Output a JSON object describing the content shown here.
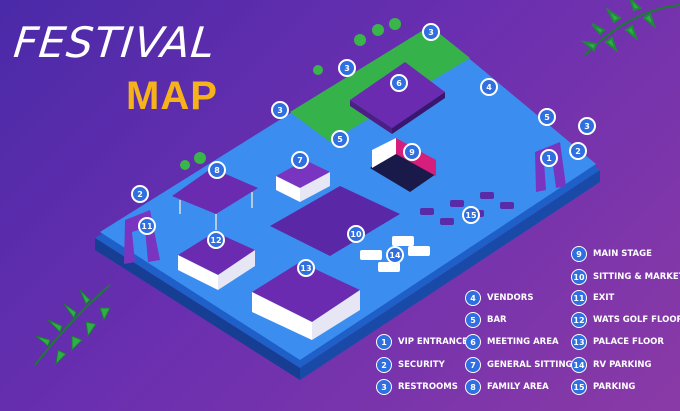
{
  "title": {
    "line1": "FESTIVAL",
    "line2": "MAP"
  },
  "colors": {
    "background": "#5a2db0",
    "accent": "#f5b21a",
    "ground": "#2f7fe6",
    "marker": "#2f6fe0"
  },
  "legend": [
    {
      "num": "1",
      "label": "VIP ENTRANCE"
    },
    {
      "num": "2",
      "label": "SECURITY"
    },
    {
      "num": "3",
      "label": "RESTROOMS"
    },
    {
      "num": "4",
      "label": "VENDORS"
    },
    {
      "num": "5",
      "label": "BAR"
    },
    {
      "num": "6",
      "label": "MEETING AREA"
    },
    {
      "num": "7",
      "label": "GENERAL SITTING"
    },
    {
      "num": "8",
      "label": "FAMILY AREA"
    },
    {
      "num": "9",
      "label": "MAIN STAGE"
    },
    {
      "num": "10",
      "label": "SITTING & MARKET"
    },
    {
      "num": "11",
      "label": "EXIT"
    },
    {
      "num": "12",
      "label": "WATS GOLF FLOOR"
    },
    {
      "num": "13",
      "label": "PALACE FLOOR"
    },
    {
      "num": "14",
      "label": "RV PARKING"
    },
    {
      "num": "15",
      "label": "PARKING"
    }
  ],
  "markers": [
    "3",
    "3",
    "6",
    "4",
    "3",
    "5",
    "3",
    "5",
    "1",
    "2",
    "7",
    "9",
    "8",
    "2",
    "11",
    "15",
    "10",
    "12",
    "14",
    "13"
  ]
}
